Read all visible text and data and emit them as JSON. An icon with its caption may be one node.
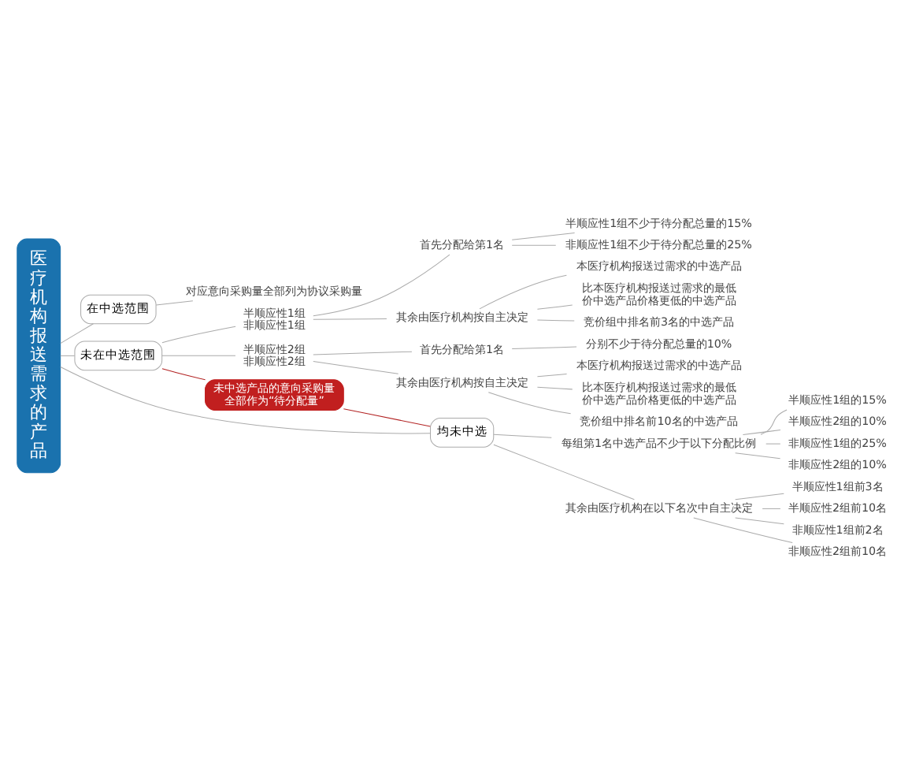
{
  "diagram": {
    "nodes": [
      {
        "text": [
          "医疗机构报送需求的产品"
        ]
      },
      {
        "text": [
          "在中选范围"
        ]
      },
      {
        "text": [
          "对应意向采购量全部列为协议采购量"
        ]
      },
      {
        "text": [
          "未在中选范围"
        ]
      },
      {
        "text": [
          "半顺应性1组",
          "非顺应性1组"
        ]
      },
      {
        "text": [
          "首先分配给第1名"
        ]
      },
      {
        "text": [
          "半顺应性1组不少于待分配总量的15%"
        ]
      },
      {
        "text": [
          "非顺应性1组不少于待分配总量的25%"
        ]
      },
      {
        "text": [
          "其余由医疗机构按自主决定"
        ]
      },
      {
        "text": [
          "本医疗机构报送过需求的中选产品"
        ]
      },
      {
        "text": [
          "比本医疗机构报送过需求的最低价中选产品价格更低的中选产品"
        ]
      },
      {
        "text": [
          "竞价组中排名前3名的中选产品"
        ]
      },
      {
        "text": [
          "半顺应性2组",
          "非顺应性2组"
        ]
      },
      {
        "text": [
          "首先分配给第1名"
        ]
      },
      {
        "text": [
          "分别不少于待分配总量的10%"
        ]
      },
      {
        "text": [
          "其余由医疗机构按自主决定"
        ]
      },
      {
        "text": [
          "本医疗机构报送过需求的中选产品"
        ]
      },
      {
        "text": [
          "比本医疗机构报送过需求的最低价中选产品价格更低的中选产品"
        ]
      },
      {
        "text": [
          "竞价组中排名前10名的中选产品"
        ]
      },
      {
        "text": [
          "未中选产品的意向采购量",
          "全部作为“待分配量”"
        ]
      },
      {
        "text": [
          "均未中选"
        ]
      },
      {
        "text": [
          "每组第1名中选产品不少于以下分配比例"
        ]
      },
      {
        "text": [
          "半顺应性1组的15%"
        ]
      },
      {
        "text": [
          "半顺应性2组的10%"
        ]
      },
      {
        "text": [
          "非顺应性1组的25%"
        ]
      },
      {
        "text": [
          "非顺应性2组的10%"
        ]
      },
      {
        "text": [
          "其余由医疗机构在以下名次中自主决定"
        ]
      },
      {
        "text": [
          "半顺应性1组前3名"
        ]
      },
      {
        "text": [
          "半顺应性2组前10名"
        ]
      },
      {
        "text": [
          "非顺应性1组前2名"
        ]
      },
      {
        "text": [
          "非顺应性2组前10名"
        ]
      }
    ],
    "edges": [
      {
        "from": 0,
        "to": 1,
        "arrow": "none"
      },
      {
        "from": 1,
        "to": 2,
        "arrow": "none"
      },
      {
        "from": 0,
        "to": 3,
        "arrow": "none"
      },
      {
        "from": 3,
        "to": 4,
        "arrow": "none"
      },
      {
        "from": 4,
        "to": 5,
        "arrow": "none"
      },
      {
        "from": 5,
        "to": 6,
        "arrow": "none"
      },
      {
        "from": 5,
        "to": 7,
        "arrow": "none"
      },
      {
        "from": 4,
        "to": 8,
        "arrow": "none"
      },
      {
        "from": 8,
        "to": 9,
        "arrow": "none"
      },
      {
        "from": 8,
        "to": 10,
        "arrow": "none"
      },
      {
        "from": 8,
        "to": 11,
        "arrow": "none"
      },
      {
        "from": 3,
        "to": 12,
        "arrow": "none"
      },
      {
        "from": 12,
        "to": 13,
        "arrow": "none"
      },
      {
        "from": 13,
        "to": 14,
        "arrow": "none"
      },
      {
        "from": 12,
        "to": 15,
        "arrow": "none"
      },
      {
        "from": 15,
        "to": 16,
        "arrow": "none"
      },
      {
        "from": 15,
        "to": 17,
        "arrow": "none"
      },
      {
        "from": 15,
        "to": 18,
        "arrow": "none"
      },
      {
        "from": 3,
        "to": 19,
        "arrow": "none",
        "color": "#b22222"
      },
      {
        "from": 19,
        "to": 20,
        "arrow": "none",
        "color": "#b22222"
      },
      {
        "from": 0,
        "to": 20,
        "arrow": "none"
      },
      {
        "from": 20,
        "to": 21,
        "arrow": "none"
      },
      {
        "from": 21,
        "to": 22,
        "arrow": "none"
      },
      {
        "from": 21,
        "to": 23,
        "arrow": "none"
      },
      {
        "from": 21,
        "to": 24,
        "arrow": "none"
      },
      {
        "from": 21,
        "to": 25,
        "arrow": "none"
      },
      {
        "from": 20,
        "to": 26,
        "arrow": "none"
      },
      {
        "from": 26,
        "to": 27,
        "arrow": "none"
      },
      {
        "from": 26,
        "to": 28,
        "arrow": "none"
      },
      {
        "from": 26,
        "to": 29,
        "arrow": "none"
      },
      {
        "from": 26,
        "to": 30,
        "arrow": "none"
      }
    ]
  }
}
